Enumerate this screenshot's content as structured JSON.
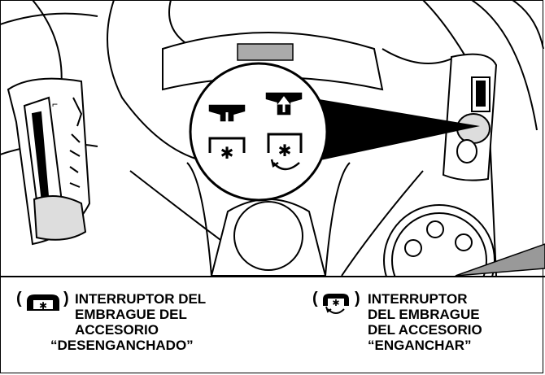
{
  "captions": [
    {
      "id": "disengaged",
      "icon": "pto-switch-down-icon",
      "lines": [
        "INTERRUPTOR DEL",
        "EMBRAGUE DEL",
        "ACCESORIO",
        "“DESENGANCHADO”"
      ]
    },
    {
      "id": "engaged",
      "icon": "pto-switch-up-rotate-icon",
      "lines": [
        "INTERRUPTOR",
        "DEL EMBRAGUE",
        "DEL ACCESORIO",
        "“ENGANCHAR”"
      ]
    }
  ],
  "colors": {
    "line": "#000000",
    "fill": "#ffffff",
    "shade": "#d4d4d4"
  }
}
